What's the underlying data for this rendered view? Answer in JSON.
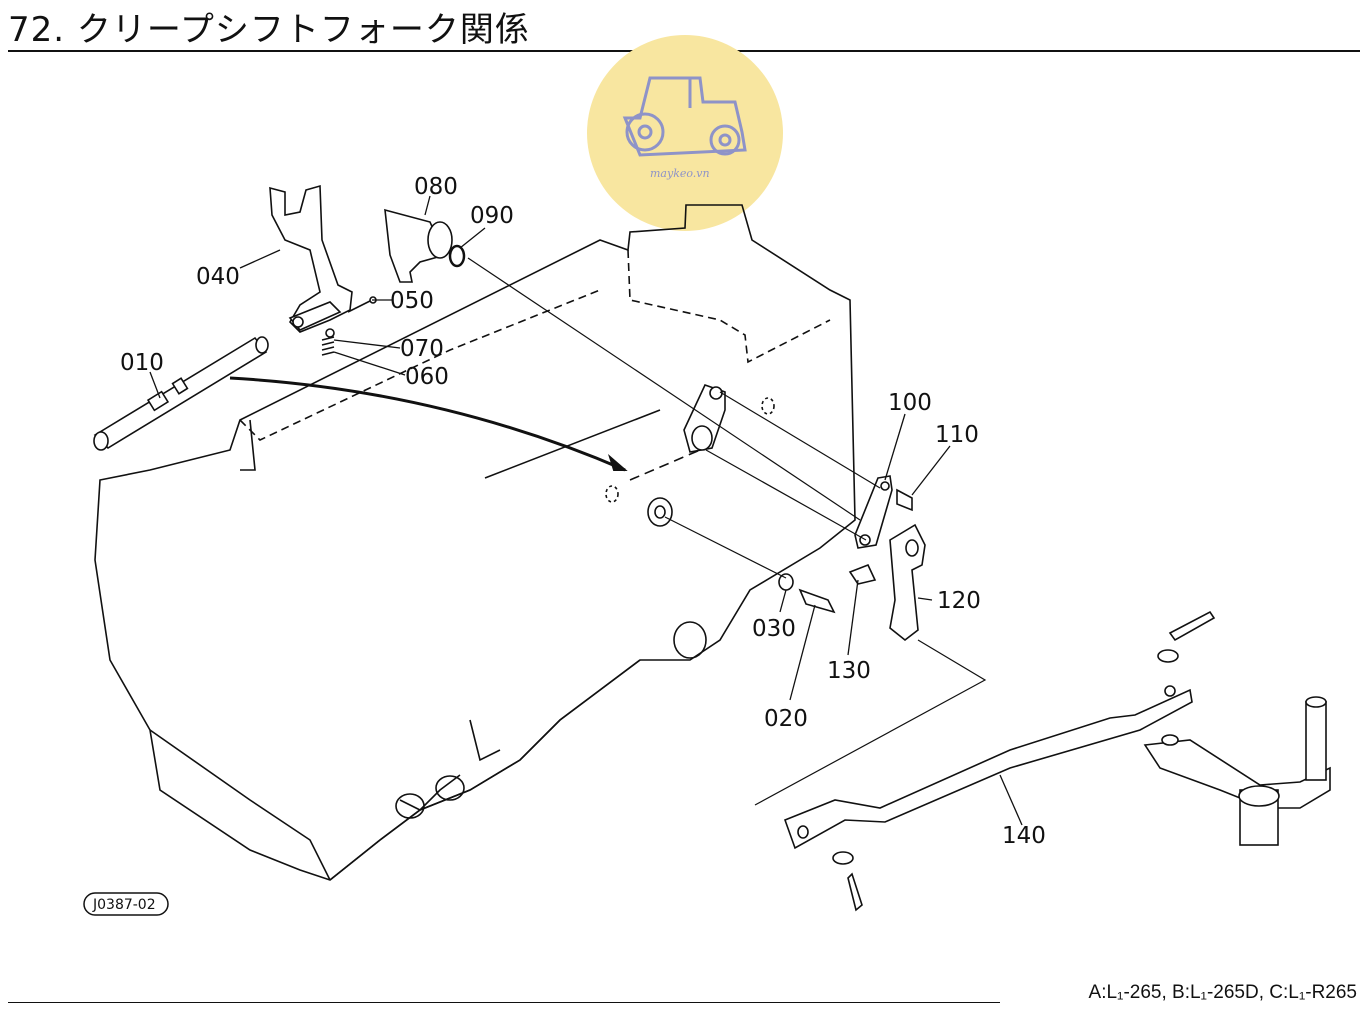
{
  "page": {
    "title": "72. クリープシフトフォーク関係",
    "footer_note": "A:L₁-265, B:L₁-265D, C:L₁-R265"
  },
  "watermark": {
    "icon": "tractor-icon",
    "text": "maykeo.vn",
    "color": "#f8e6a0"
  },
  "drawing_ref": "J0387-02",
  "parts": [
    {
      "id": "p010",
      "label": "010"
    },
    {
      "id": "p020",
      "label": "020"
    },
    {
      "id": "p030",
      "label": "030"
    },
    {
      "id": "p040",
      "label": "040"
    },
    {
      "id": "p050",
      "label": "050"
    },
    {
      "id": "p060",
      "label": "060"
    },
    {
      "id": "p070",
      "label": "070"
    },
    {
      "id": "p080",
      "label": "080"
    },
    {
      "id": "p090",
      "label": "090"
    },
    {
      "id": "p100",
      "label": "100"
    },
    {
      "id": "p110",
      "label": "110"
    },
    {
      "id": "p120",
      "label": "120"
    },
    {
      "id": "p130",
      "label": "130"
    },
    {
      "id": "p140",
      "label": "140"
    }
  ]
}
